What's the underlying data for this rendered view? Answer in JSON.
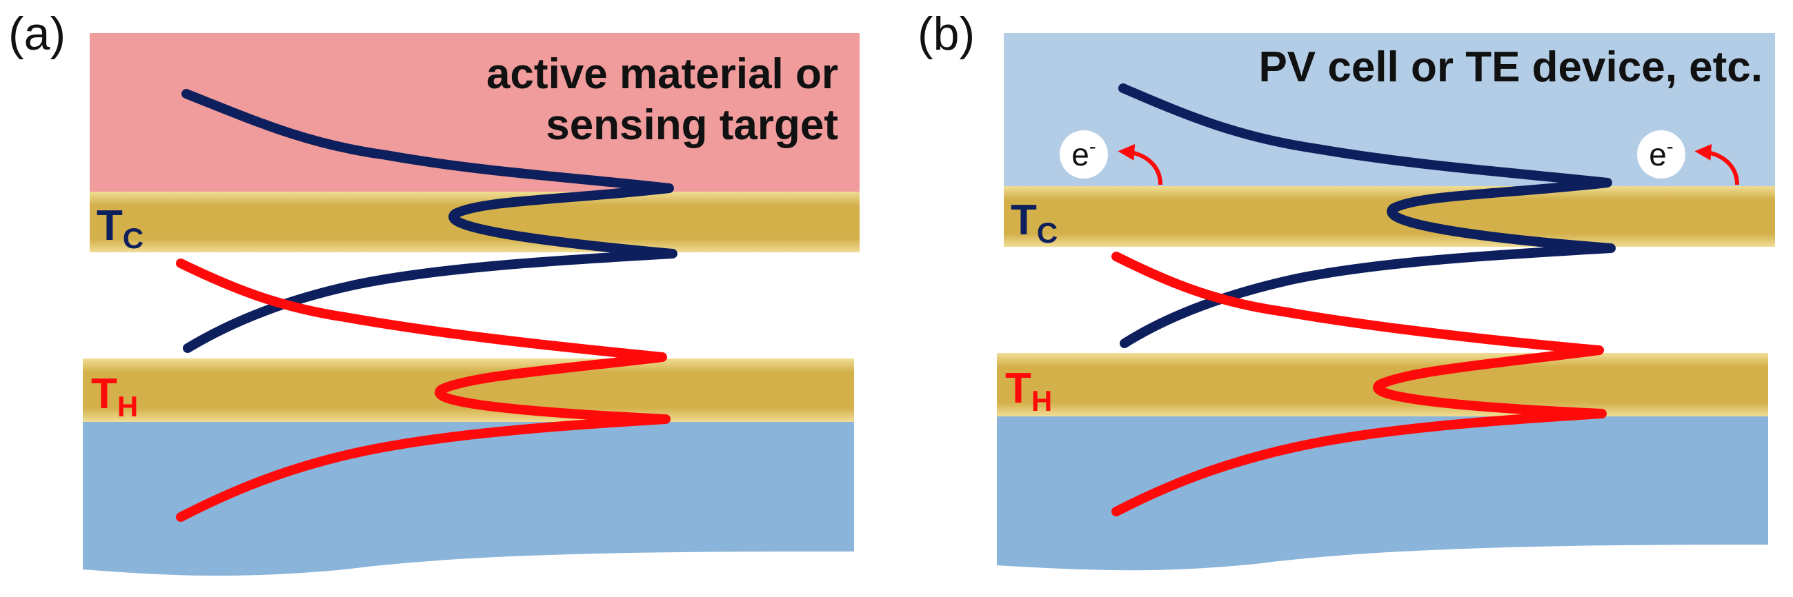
{
  "colors": {
    "cold": "#0d1f5c",
    "hot": "#ff0a0a",
    "gold": "#d3b04a",
    "gold_edge": "#f0dd96",
    "substrate": "#8ab4d9",
    "panel_a_top": "#f09c9c",
    "panel_b_top": "#b3cde6"
  },
  "panels": [
    {
      "label": "(a)",
      "caption_line1": "active material or",
      "caption_line2": "sensing target",
      "tc_main": "T",
      "tc_sub": "C",
      "th_main": "T",
      "th_sub": "H"
    },
    {
      "label": "(b)",
      "caption_line1": "PV cell or TE device, etc.",
      "tc_main": "T",
      "tc_sub": "C",
      "th_main": "T",
      "th_sub": "H",
      "electron_main": "e",
      "electron_sup": "-"
    }
  ]
}
